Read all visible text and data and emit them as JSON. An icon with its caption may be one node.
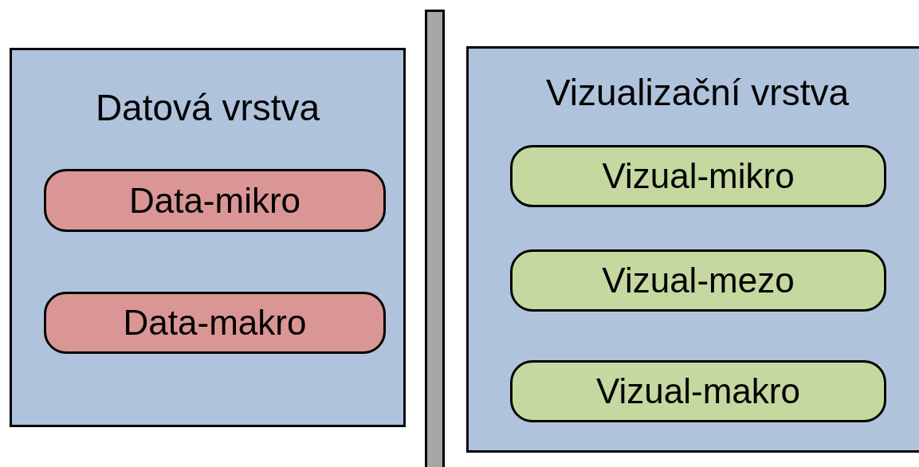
{
  "diagram": {
    "nodes": [
      {
        "text": [
          "Datová vrstva"
        ]
      },
      {
        "text": [
          "Data-mikro"
        ],
        "in": 0
      },
      {
        "text": [
          "Data-makro"
        ],
        "in": 0
      },
      {
        "text": [],
        "shape": "bar"
      },
      {
        "text": [
          "Vizualizační vrstva"
        ]
      },
      {
        "text": [
          "Vizual-mikro"
        ],
        "in": 4
      },
      {
        "text": [
          "Vizual-mezo"
        ],
        "in": 4
      },
      {
        "text": [
          "Vizual-makro"
        ],
        "in": 4
      }
    ]
  }
}
